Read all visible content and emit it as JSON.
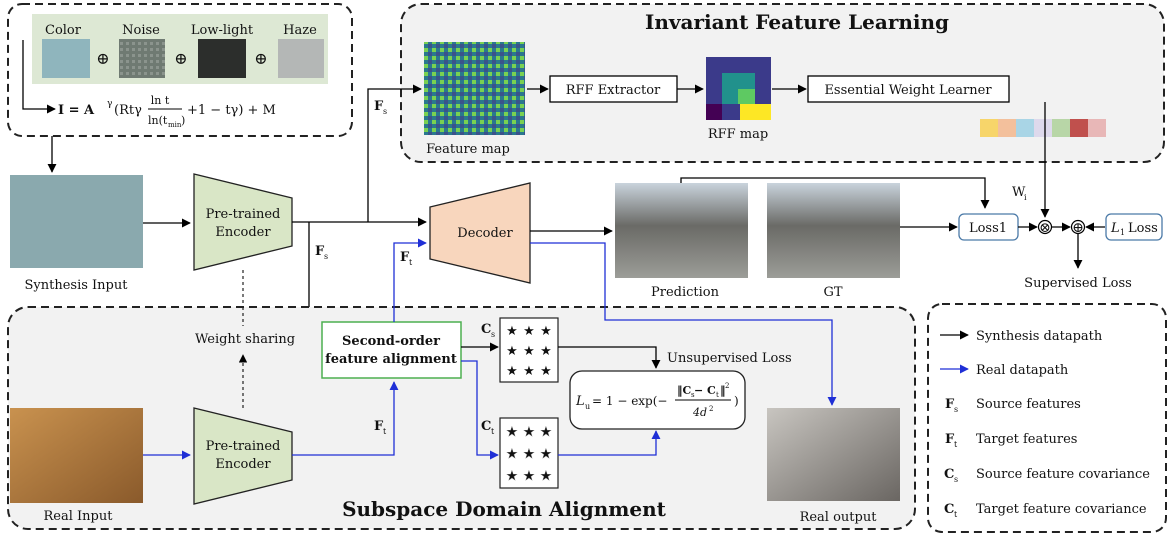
{
  "degradations": {
    "items": [
      {
        "label": "Color",
        "color": "#8fb5bd"
      },
      {
        "label": "Noise",
        "color": "#6f7a72"
      },
      {
        "label": "Low-light",
        "color": "#2c2e2c"
      },
      {
        "label": "Haze",
        "color": "#b4b7b6"
      }
    ],
    "oplus": "⊕",
    "formula_lhs": "I = A",
    "formula_gamma": "γ",
    "formula_mid": "(Rtγ",
    "formula_num": "ln t",
    "formula_den": "ln(t",
    "formula_den_sub": "min",
    "formula_den_close": ")",
    "formula_tail": "+1 − tγ) + M"
  },
  "invariant": {
    "title": "Invariant Feature Learning",
    "feature_map_label": "Feature map",
    "rff_extractor": "RFF Extractor",
    "rff_map_label": "RFF map",
    "weight_learner": "Essential Weight Learner",
    "weight_colors": [
      "#f7d56a",
      "#f3c09c",
      "#a9d5e6",
      "#ded9ec",
      "#b8d6a7",
      "#c0504d",
      "#e8b7b7"
    ]
  },
  "main": {
    "synthesis_input": "Synthesis Input",
    "encoder": [
      "Pre-trained",
      "Encoder"
    ],
    "decoder": "Decoder",
    "prediction": "Prediction",
    "gt": "GT",
    "loss1": "Loss1",
    "l1_loss_L": "L",
    "l1_loss_sub": "1",
    "l1_loss_text": "Loss",
    "supervised_loss": "Supervised Loss",
    "weight_symbol": "W",
    "weight_sub": "i",
    "otimes": "⊗",
    "oplus": "⊕",
    "weight_sharing": "Weight sharing",
    "fs_main": "F",
    "fs_sub": "s",
    "ft_main": "F",
    "ft_sub": "t"
  },
  "subspace": {
    "title": "Subspace Domain Alignment",
    "real_input": "Real Input",
    "real_output": "Real output",
    "alignment": [
      "Second-order",
      "feature alignment"
    ],
    "cs_main": "C",
    "cs_sub": "s",
    "ct_main": "C",
    "ct_sub": "t",
    "unsupervised_loss": "Unsupervised Loss",
    "lu_lhs": "L",
    "lu_lhs_sub": "u",
    "lu_eq": "= 1 − exp(−",
    "lu_num": "‖C",
    "lu_num_s": "s",
    "lu_num_minus": " − C",
    "lu_num_t": "t",
    "lu_num_close": "‖",
    "lu_num_sq": "2",
    "lu_den": "4d",
    "lu_den_sq": "2",
    "lu_close": ")",
    "star": "★",
    "star_red": "#e03030",
    "star_yellow": "#f5e62a"
  },
  "legend": {
    "items": [
      {
        "label": "Synthesis datapath",
        "color": "#000000"
      },
      {
        "label": "Real datapath",
        "color": "#1f2fd6"
      }
    ],
    "symbols": [
      {
        "main": "F",
        "sub": "s",
        "label": "Source features"
      },
      {
        "main": "F",
        "sub": "t",
        "label": "Target  features"
      },
      {
        "main": "C",
        "sub": "s",
        "label": "Source feature covariance"
      },
      {
        "main": "C",
        "sub": "t",
        "label": "Target feature covariance"
      }
    ]
  },
  "colors": {
    "encoder_fill": "#d9e6c6",
    "decoder_fill": "#f8d6bd",
    "panel_fill": "#f2f2f2",
    "real_path": "#1f2fd6",
    "align_border": "#4caf50",
    "loss_border": "#4b7aa8"
  }
}
